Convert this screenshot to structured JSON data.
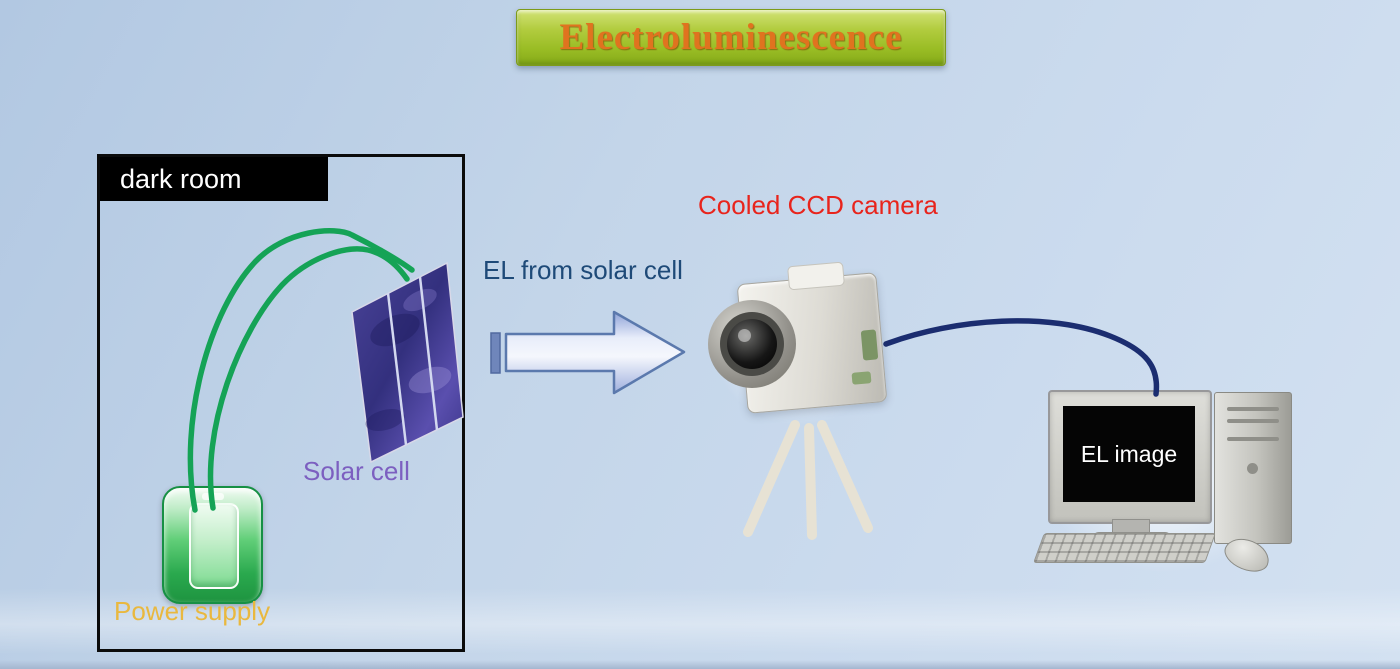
{
  "title": "Electroluminescence",
  "dark_room": {
    "label": "dark room",
    "solar_cell_label": "Solar cell",
    "power_supply_label": "Power supply"
  },
  "flow": {
    "arrow_label": "EL from solar cell"
  },
  "camera": {
    "label": "Cooled CCD camera"
  },
  "computer": {
    "screen_label": "EL image"
  },
  "colors": {
    "background": "#c3d5e9",
    "banner_fill": "#a6c433",
    "banner_text": "#e0731f",
    "dark_room_header_bg": "#000000",
    "solar_cell_label": "#7c5fc0",
    "power_supply_label": "#e9b83f",
    "power_supply_green": "#2aa94e",
    "arrow_label": "#1e4a78",
    "arrow_fill": "#e8edfa",
    "camera_label": "#e8241c",
    "wire": "#15a356",
    "cable": "#1b2d70",
    "screen_bg": "#000000",
    "screen_text": "#ffffff"
  }
}
